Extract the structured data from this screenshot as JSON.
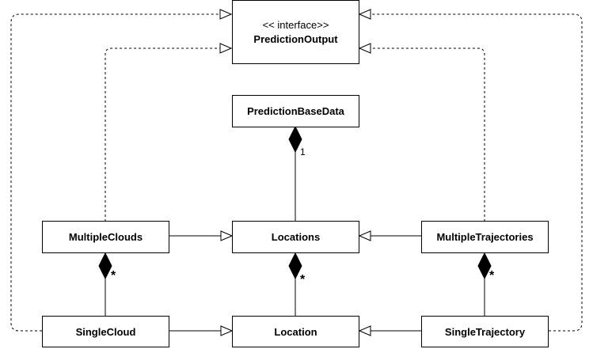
{
  "classes": {
    "prediction_output": {
      "stereotype": "<< interface>>",
      "name": "PredictionOutput"
    },
    "prediction_base_data": {
      "name": "PredictionBaseData"
    },
    "multiple_clouds": {
      "name": "MultipleClouds"
    },
    "locations": {
      "name": "Locations"
    },
    "multiple_trajectories": {
      "name": "MultipleTrajectories"
    },
    "single_cloud": {
      "name": "SingleCloud"
    },
    "location": {
      "name": "Location"
    },
    "single_trajectory": {
      "name": "SingleTrajectory"
    }
  },
  "relations": [
    {
      "from": "single_cloud",
      "to": "prediction_output",
      "type": "realization"
    },
    {
      "from": "multiple_clouds",
      "to": "prediction_output",
      "type": "realization"
    },
    {
      "from": "single_trajectory",
      "to": "prediction_output",
      "type": "realization"
    },
    {
      "from": "multiple_trajectories",
      "to": "prediction_output",
      "type": "realization"
    },
    {
      "from": "multiple_clouds",
      "to": "locations",
      "type": "generalization"
    },
    {
      "from": "multiple_trajectories",
      "to": "locations",
      "type": "generalization"
    },
    {
      "from": "single_cloud",
      "to": "location",
      "type": "generalization"
    },
    {
      "from": "single_trajectory",
      "to": "location",
      "type": "generalization"
    },
    {
      "whole": "prediction_base_data",
      "part": "locations",
      "type": "composition",
      "multiplicity": "1"
    },
    {
      "whole": "multiple_clouds",
      "part": "single_cloud",
      "type": "composition",
      "multiplicity": "*"
    },
    {
      "whole": "locations",
      "part": "location",
      "type": "composition",
      "multiplicity": "*"
    },
    {
      "whole": "multiple_trajectories",
      "part": "single_trajectory",
      "type": "composition",
      "multiplicity": "*"
    }
  ]
}
